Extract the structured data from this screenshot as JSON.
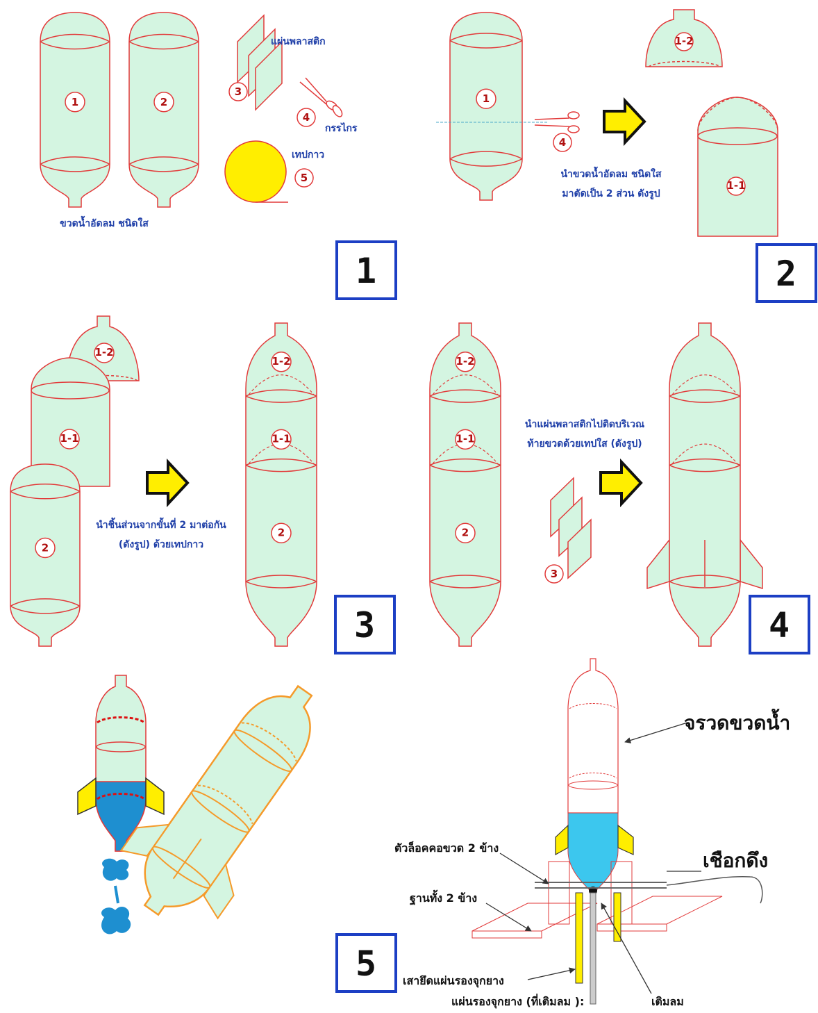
{
  "colors": {
    "bottle_fill": "#d4f5e1",
    "bottle_stroke": "#e23a3a",
    "fin_yellow": "#ffee00",
    "water_blue": "#3cc7ee",
    "orange": "#f59a2a",
    "step_box": "#1c3fc4",
    "label_blue": "#1f3fa8"
  },
  "steps": [
    {
      "number": "1",
      "bottle_numbers": [
        "1",
        "2"
      ],
      "caption": "ขวดน้ำอัดลม ชนิดใส",
      "items": [
        {
          "num": "3",
          "label": "แผ่นพลาสติก"
        },
        {
          "num": "4",
          "label": "กรรไกร"
        },
        {
          "num": "5",
          "label": "เทปกาว"
        }
      ]
    },
    {
      "number": "2",
      "bottle_number": "1",
      "tool_number": "4",
      "caption_line1": "นำขวดน้ำอัดลม ชนิดใส",
      "caption_line2": "มาตัดเป็น 2 ส่วน ดังรูป",
      "parts": [
        "1-2",
        "1-1"
      ]
    },
    {
      "number": "3",
      "parts": [
        "1-2",
        "1-1",
        "2"
      ],
      "caption_line1": "นำชิ้นส่วนจากขั้นที่ 2 มาต่อกัน",
      "caption_line2": "(ดังรูป) ด้วยเทปกาว"
    },
    {
      "number": "4",
      "parts": [
        "1-2",
        "1-1",
        "2"
      ],
      "fin_number": "3",
      "caption_line1": "นำแผ่นพลาสติกไปติดบริเวณ",
      "caption_line2": "ท้ายขวดด้วยเทปใส (ดังรูป)"
    },
    {
      "number": "5",
      "labels": {
        "rocket": "จรวดขวดน้ำ",
        "string": "เชือกดึง",
        "lock": "ตัวล็อคคอขวด 2 ข้าง",
        "base": "ฐานทั้ง 2 ข้าง",
        "pole": "เสายึดแผ่นรองจุกยาง",
        "pad": "แผ่นรองจุกยาง (ที่เติมลม ):",
        "pump": "เติมลม"
      }
    }
  ]
}
